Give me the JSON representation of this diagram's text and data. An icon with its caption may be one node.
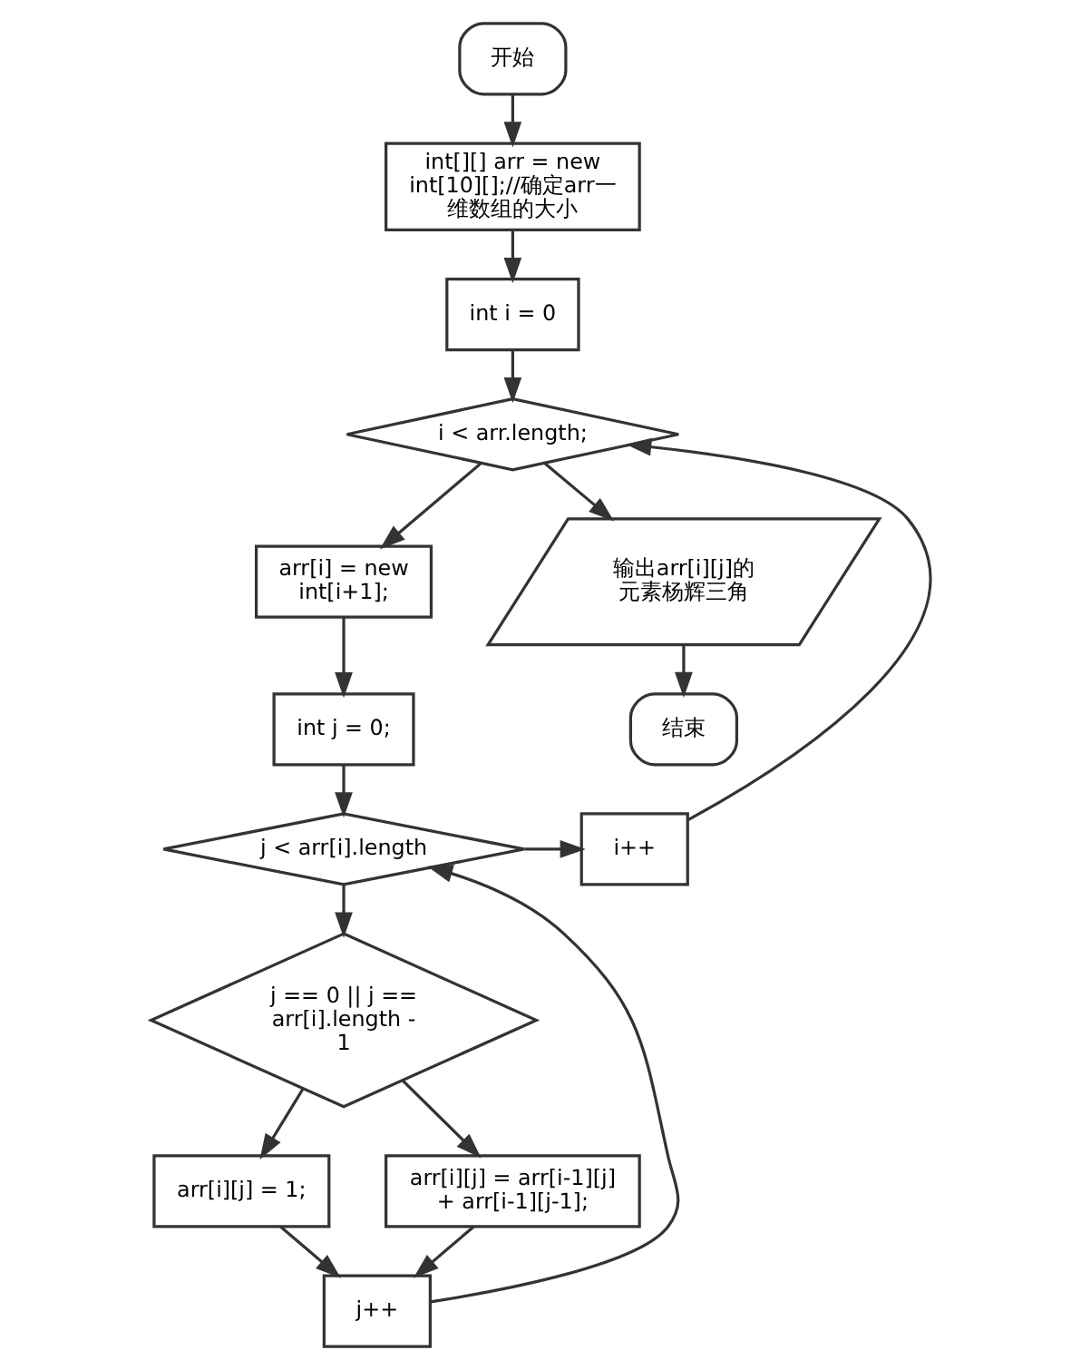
{
  "diagram": {
    "nodes": [
      {
        "text": [
          "开始"
        ]
      },
      {
        "text": [
          "int[][] arr = new int[10][];//确定arr一维数组的大小"
        ]
      },
      {
        "text": [
          "int i = 0"
        ]
      },
      {
        "text": [
          "i < arr.length;"
        ]
      },
      {
        "text": [
          "arr[i] = new int[i+1];"
        ]
      },
      {
        "text": [
          "int j = 0;"
        ]
      },
      {
        "text": [
          "j < arr[i].length"
        ]
      },
      {
        "text": [
          "i++"
        ]
      },
      {
        "text": [
          "j == 0 || j == arr[i].length - 1"
        ]
      },
      {
        "text": [
          "arr[i][j] = 1;"
        ]
      },
      {
        "text": [
          "arr[i][j] = arr[i-1][j] + arr[i-1][j-1];"
        ]
      },
      {
        "text": [
          "j++"
        ]
      },
      {
        "text": [
          "输出arr[i][j]的元素杨辉三角"
        ]
      },
      {
        "text": [
          "结束"
        ]
      }
    ],
    "edges": [
      {
        "from": 0,
        "to": 1,
        "arrow": "to"
      },
      {
        "from": 1,
        "to": 2,
        "arrow": "to"
      },
      {
        "from": 2,
        "to": 3,
        "arrow": "to"
      },
      {
        "from": 3,
        "to": 4,
        "arrow": "to"
      },
      {
        "from": 3,
        "to": 12,
        "arrow": "to"
      },
      {
        "from": 4,
        "to": 5,
        "arrow": "to"
      },
      {
        "from": 5,
        "to": 6,
        "arrow": "to"
      },
      {
        "from": 6,
        "to": 7,
        "arrow": "to"
      },
      {
        "from": 6,
        "to": 8,
        "arrow": "to"
      },
      {
        "from": 7,
        "to": 3,
        "arrow": "to"
      },
      {
        "from": 8,
        "to": 9,
        "arrow": "to"
      },
      {
        "from": 8,
        "to": 10,
        "arrow": "to"
      },
      {
        "from": 9,
        "to": 11,
        "arrow": "to"
      },
      {
        "from": 10,
        "to": 11,
        "arrow": "to"
      },
      {
        "from": 11,
        "to": 6,
        "arrow": "to"
      },
      {
        "from": 12,
        "to": 13,
        "arrow": "to"
      }
    ]
  }
}
